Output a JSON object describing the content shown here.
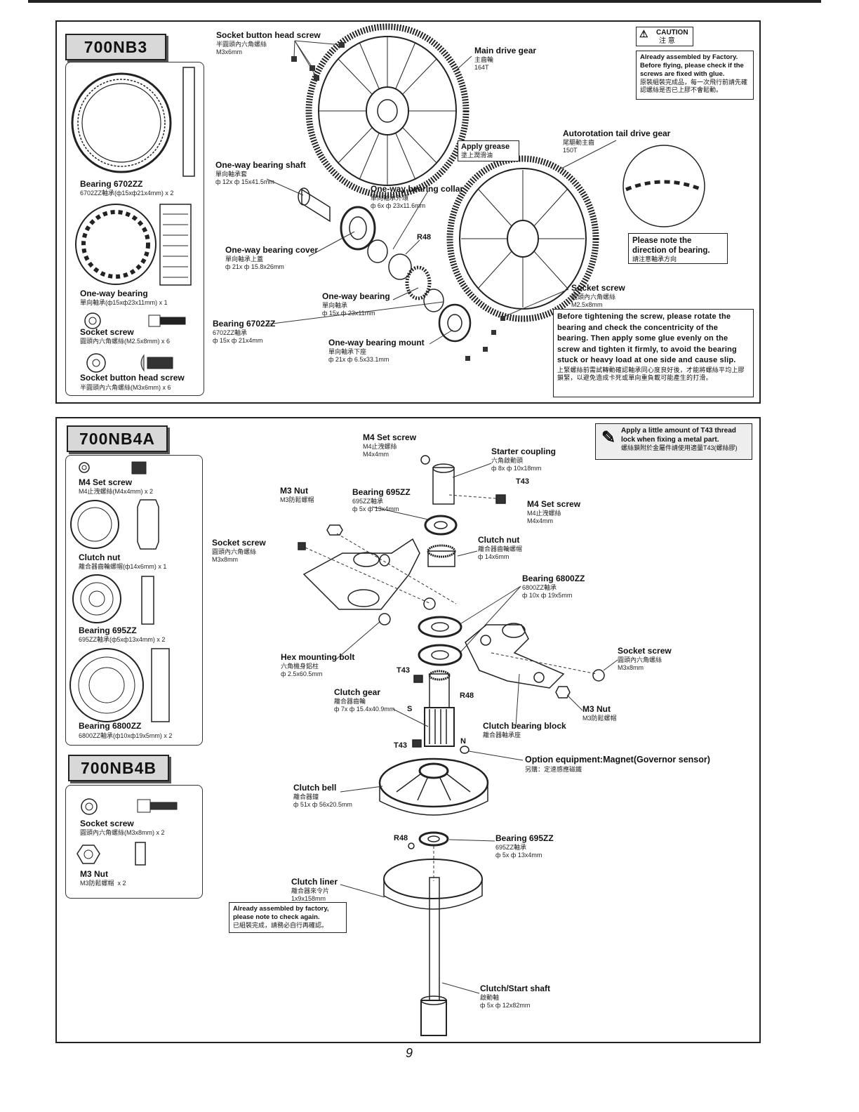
{
  "page_number": "9",
  "nb3": {
    "tag": "700NB3",
    "parts": [
      {
        "name": "Bearing 6702ZZ",
        "spec": "6702ZZ軸承(ф15xф21x4mm) x 2"
      },
      {
        "name": "One-way bearing",
        "spec": "單向軸承(ф15xф23x11mm) x 1"
      },
      {
        "name": "Socket screw",
        "spec": "圓頭內六角螺絲(M2.5x8mm) x 6"
      },
      {
        "name": "Socket button head screw",
        "spec": "半圓頭內六角螺絲(M3x6mm) x 6"
      }
    ],
    "callouts": {
      "sbhs": {
        "name": "Socket button head screw",
        "zh": "半圓頭內六角螺絲",
        "spec": "M3x6mm"
      },
      "main_gear": {
        "name": "Main drive gear",
        "zh": "主齒輪",
        "spec": "164T"
      },
      "grease": {
        "text": "Apply grease",
        "zh": "塗上潤滑油"
      },
      "auto_gear": {
        "name": "Autorotation tail drive gear",
        "zh": "尾驅動主齒",
        "spec": "150T"
      },
      "ow_shaft": {
        "name": "One-way bearing shaft",
        "zh": "單向軸承套",
        "spec": "ф 12x ф 15x41.5mm"
      },
      "ow_collar": {
        "name": "One-way bearing collar",
        "zh": "單向軸承外環",
        "spec": "ф 6x ф 23x11.6mm"
      },
      "r48": "R48",
      "ow_cover": {
        "name": "One-way bearing cover",
        "zh": "單向軸承上蓋",
        "spec": "ф 21x ф 15.8x26mm"
      },
      "ow_bearing": {
        "name": "One-way bearing",
        "zh": "單向軸承",
        "spec": "ф 15x ф 23x11mm"
      },
      "b6702": {
        "name": "Bearing 6702ZZ",
        "zh": "6702ZZ軸承",
        "spec": "ф 15x ф 21x4mm"
      },
      "ow_mount": {
        "name": "One-way bearing mount",
        "zh": "單向軸承下座",
        "spec": "ф 21x ф 6.5x33.1mm"
      },
      "sock": {
        "name": "Socket screw",
        "zh": "圓頭內六角螺絲",
        "spec": "M2.5x8mm"
      }
    },
    "caution": {
      "title": "CAUTION",
      "title_zh": "注 意",
      "text": "Already assembled by Factory. Before flying, please check if the screws are fixed with glue.",
      "zh": "原裝組裝完成品，每一次飛行前請先確認螺絲是否已上膠不會鬆動。"
    },
    "note_direction": {
      "text": "Please note the direction of bearing.",
      "zh": "請注意軸承方向"
    },
    "note_tighten": {
      "text": "Before tightening the screw, please rotate the bearing and check the concentricity of the bearing. Then apply some glue evenly on the screw and tighten it firmly, to avoid the bearing stuck or heavy load at one side and cause slip.",
      "zh": "上緊螺絲前需試轉動確認軸承同心度良好後，才能將螺絲平均上膠鎖緊，以避免造成卡死或單向重負載可能產生的打滑。"
    }
  },
  "nb4a": {
    "tag": "700NB4A",
    "parts": [
      {
        "name": "M4 Set screw",
        "spec": "M4止洩螺絲(M4x4mm) x 2"
      },
      {
        "name": "Clutch nut",
        "spec": "離合器齒輪螺帽(ф14x6mm) x 1"
      },
      {
        "name": "Bearing 695ZZ",
        "spec": "695ZZ軸承(ф5xф13x4mm) x 2"
      },
      {
        "name": "Bearing 6800ZZ",
        "spec": "6800ZZ軸承(ф10xф19x5mm) x 2"
      }
    ],
    "t43_note": {
      "text": "Apply a little amount of T43 thread lock when fixing a metal part.",
      "zh": "螺絲鎖附於金屬件請使用適量T43(螺絲膠)"
    },
    "callouts": {
      "m4set_top": {
        "name": "M4 Set screw",
        "zh": "M4止洩螺絲",
        "spec": "M4x4mm"
      },
      "starter": {
        "name": "Starter coupling",
        "zh": "六角啟動頭",
        "spec": "ф 8x ф 10x18mm"
      },
      "t43_a": "T43",
      "m3nut_top": {
        "name": "M3 Nut",
        "zh": "M3防鬆螺帽"
      },
      "b695_top": {
        "name": "Bearing 695ZZ",
        "zh": "695ZZ軸承",
        "spec": "ф 5x ф 13x4mm"
      },
      "m4set_right": {
        "name": "M4 Set screw",
        "zh": "M4止洩螺絲",
        "spec": "M4x4mm"
      },
      "sock_left": {
        "name": "Socket screw",
        "zh": "圓頭內六角螺絲",
        "spec": "M3x8mm"
      },
      "clutch_nut": {
        "name": "Clutch nut",
        "zh": "離合器齒輪螺帽",
        "spec": "ф 14x6mm"
      },
      "b6800": {
        "name": "Bearing 6800ZZ",
        "zh": "6800ZZ軸承",
        "spec": "ф 10x ф 19x5mm"
      },
      "hex_bolt": {
        "name": "Hex mounting bolt",
        "zh": "六角機身鋁柱",
        "spec": "ф 2.5x60.5mm"
      },
      "sock_right": {
        "name": "Socket screw",
        "zh": "圓頭內六角螺絲",
        "spec": "M3x8mm"
      },
      "t43_b": "T43",
      "clutch_gear": {
        "name": "Clutch gear",
        "zh": "離合器齒輪",
        "spec": "ф 7x ф 15.4x40.9mm"
      },
      "r48_a": "R48",
      "s": "S",
      "m3nut_right": {
        "name": "M3 Nut",
        "zh": "M3防鬆螺帽"
      },
      "clutch_block": {
        "name": "Clutch bearing block",
        "zh": "離合器軸承座"
      },
      "t43_c": "T43",
      "n": "N",
      "option": {
        "name": "Option equipment:Magnet(Governor sensor)",
        "zh": "另購：定速感應磁鐵"
      },
      "clutch_bell": {
        "name": "Clutch bell",
        "zh": "離合器鐘",
        "spec": "ф 51x ф 56x20.5mm"
      },
      "r48_b": "R48",
      "b695_bot": {
        "name": "Bearing 695ZZ",
        "zh": "695ZZ軸承",
        "spec": "ф 5x ф 13x4mm"
      },
      "clutch_liner": {
        "name": "Clutch liner",
        "zh": "離合器來令片",
        "spec": "1x9x158mm"
      },
      "shaft": {
        "name": "Clutch/Start shaft",
        "zh": "啟動軸",
        "spec": "ф 5x ф 12x82mm"
      }
    },
    "factory_note": {
      "text": "Already assembled by factory, please note to check again.",
      "zh": "已組裝完成，請務必自行再確認。"
    }
  },
  "nb4b": {
    "tag": "700NB4B",
    "parts": [
      {
        "name": "Socket screw",
        "spec": "圓頭內六角螺絲(M3x8mm) x 2"
      },
      {
        "name": "M3 Nut",
        "spec": "M3防鬆螺帽  x 2"
      }
    ]
  }
}
